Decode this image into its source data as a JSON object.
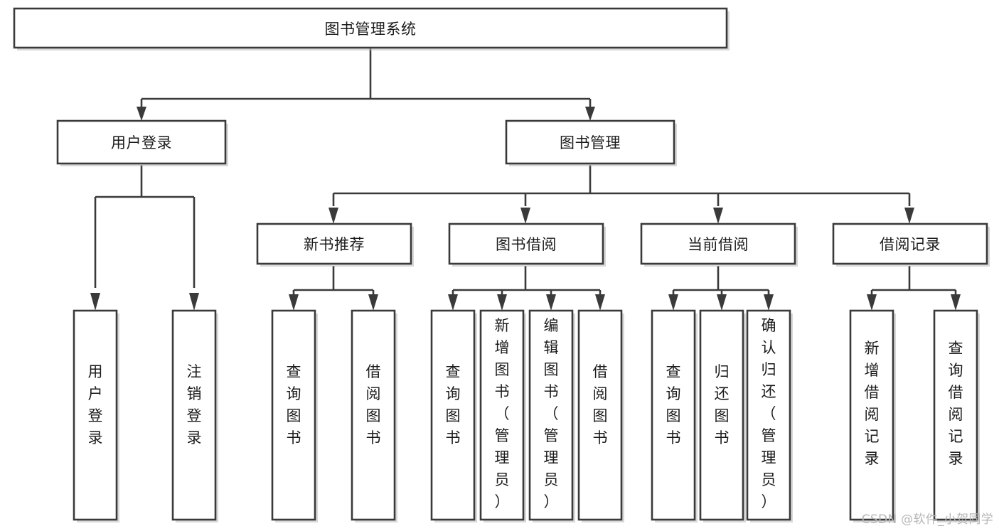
{
  "diagram": {
    "type": "tree-hierarchy-chart",
    "title": "图书管理系统",
    "watermark": "CSDN @软件_小贺同学",
    "colors": {
      "background": "#ffffff",
      "box_stroke": "#3a3a3a",
      "box_fill": "#ffffff",
      "text": "#1b1b1b",
      "shadow": "#b8b8b8",
      "watermark": "#b6b6b6"
    },
    "levels": {
      "level1": [
        {
          "id": "root",
          "label": "图书管理系统",
          "orientation": "horizontal"
        }
      ],
      "level2": [
        {
          "id": "user-login",
          "label": "用户登录",
          "orientation": "horizontal",
          "parent": "root"
        },
        {
          "id": "book-management",
          "label": "图书管理",
          "orientation": "horizontal",
          "parent": "root"
        }
      ],
      "level3": [
        {
          "id": "new-book-recommend",
          "label": "新书推荐",
          "orientation": "horizontal",
          "parent": "book-management"
        },
        {
          "id": "book-borrow",
          "label": "图书借阅",
          "orientation": "horizontal",
          "parent": "book-management"
        },
        {
          "id": "current-borrow",
          "label": "当前借阅",
          "orientation": "horizontal",
          "parent": "book-management"
        },
        {
          "id": "borrow-record",
          "label": "借阅记录",
          "orientation": "horizontal",
          "parent": "book-management"
        }
      ],
      "level4": [
        {
          "id": "leaf-user-login",
          "label": "用户登录",
          "orientation": "vertical",
          "parent": "user-login"
        },
        {
          "id": "leaf-logout",
          "label": "注销登录",
          "orientation": "vertical",
          "parent": "user-login"
        },
        {
          "id": "leaf-query-book-1",
          "label": "查询图书",
          "orientation": "vertical",
          "parent": "new-book-recommend"
        },
        {
          "id": "leaf-borrow-book-1",
          "label": "借阅图书",
          "orientation": "vertical",
          "parent": "new-book-recommend"
        },
        {
          "id": "leaf-query-book-2",
          "label": "查询图书",
          "orientation": "vertical",
          "parent": "book-borrow"
        },
        {
          "id": "leaf-add-book",
          "label": "新增图书（管理员）",
          "orientation": "vertical",
          "parent": "book-borrow"
        },
        {
          "id": "leaf-edit-book",
          "label": "编辑图书（管理员）",
          "orientation": "vertical",
          "parent": "book-borrow"
        },
        {
          "id": "leaf-borrow-book-2",
          "label": "借阅图书",
          "orientation": "vertical",
          "parent": "book-borrow"
        },
        {
          "id": "leaf-query-book-3",
          "label": "查询图书",
          "orientation": "vertical",
          "parent": "current-borrow"
        },
        {
          "id": "leaf-return-book",
          "label": "归还图书",
          "orientation": "vertical",
          "parent": "current-borrow"
        },
        {
          "id": "leaf-confirm-return",
          "label": "确认归还（管理员）",
          "orientation": "vertical",
          "parent": "current-borrow"
        },
        {
          "id": "leaf-add-record",
          "label": "新增借阅记录",
          "orientation": "vertical",
          "parent": "borrow-record"
        },
        {
          "id": "leaf-query-record",
          "label": "查询借阅记录",
          "orientation": "vertical",
          "parent": "borrow-record"
        }
      ]
    }
  }
}
